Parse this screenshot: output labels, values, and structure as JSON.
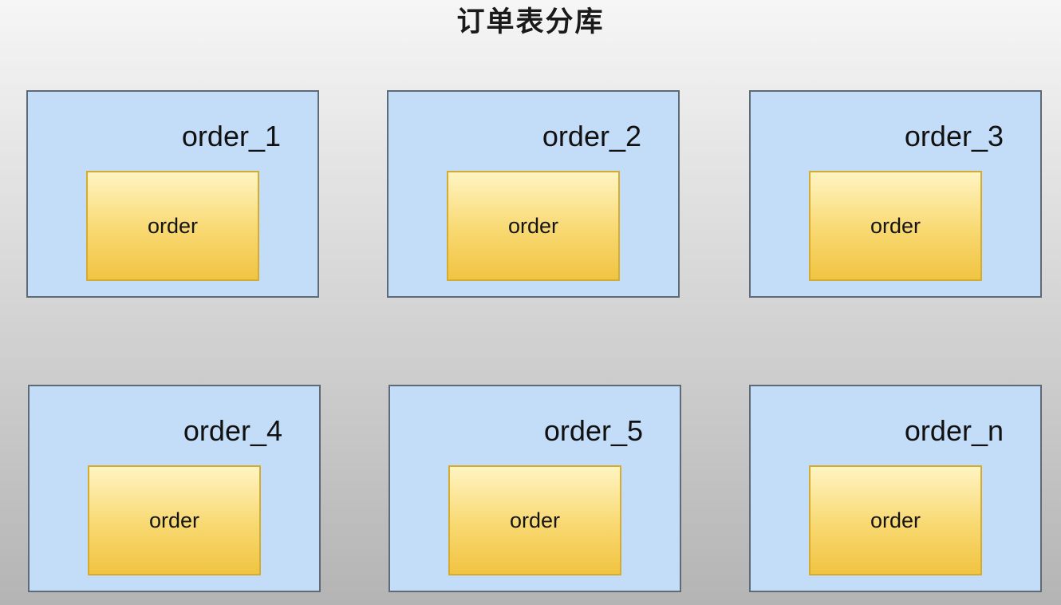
{
  "title": "订单表分库",
  "databases": [
    {
      "label": "order_1",
      "table": "order"
    },
    {
      "label": "order_2",
      "table": "order"
    },
    {
      "label": "order_3",
      "table": "order"
    },
    {
      "label": "order_4",
      "table": "order"
    },
    {
      "label": "order_5",
      "table": "order"
    },
    {
      "label": "order_n",
      "table": "order"
    }
  ],
  "colors": {
    "database_fill": "#c3dcf7",
    "database_border": "#5e6a75",
    "table_fill_top": "#fff4c2",
    "table_fill_bottom": "#f1c442",
    "table_border": "#d6ac2e"
  }
}
